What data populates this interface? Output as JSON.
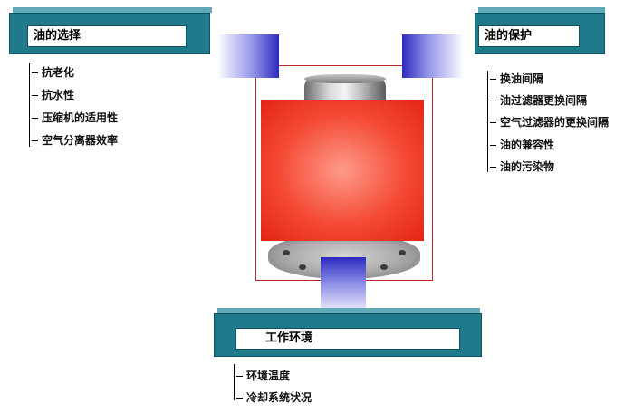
{
  "oil_selection": {
    "title": "油的选择",
    "items": [
      "抗老化",
      "抗水性",
      "压缩机的适用性",
      "空气分离器效率"
    ]
  },
  "oil_protection": {
    "title": "油的保护",
    "items": [
      "换油间隔",
      "油过滤器更换间隔",
      "空气过滤器的更换间隔",
      "油的兼容性",
      "油的污染物"
    ]
  },
  "environment": {
    "title": "工作环境",
    "items": [
      "环境温度",
      "冷却系统状况"
    ]
  },
  "colors": {
    "panel": "#1f7a8c",
    "connector": "#2b2bbf",
    "filter_block": "#ee2a1a",
    "frame": "#c0282a"
  }
}
